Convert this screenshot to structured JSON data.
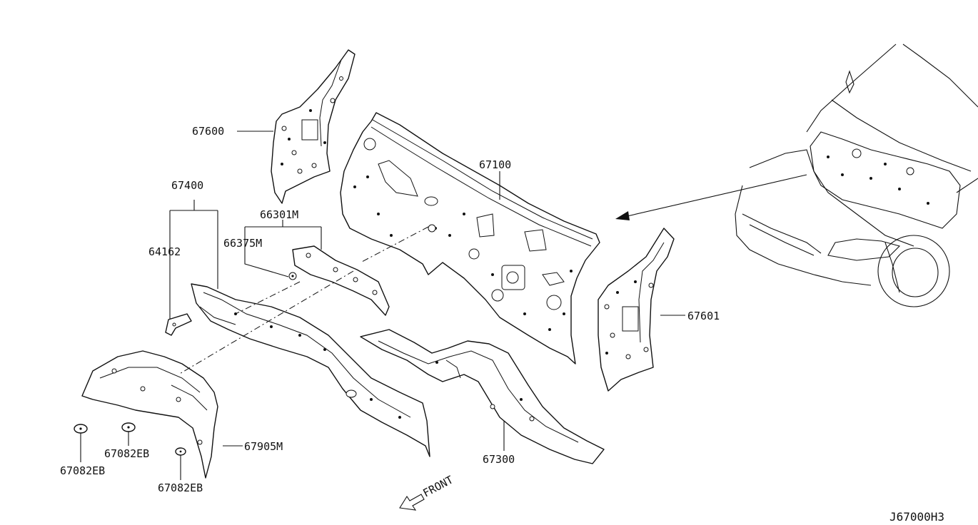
{
  "labels": {
    "p67600": "67600",
    "p67400": "67400",
    "p64162": "64162",
    "p66301m": "66301M",
    "p66375m": "66375M",
    "p67100": "67100",
    "p67601": "67601",
    "p67905m": "67905M",
    "p67300": "67300",
    "p67082eb_a": "67082EB",
    "p67082eb_b": "67082EB",
    "p67082eb_c": "67082EB",
    "front": "FRONT",
    "diagram_code": "J67000H3"
  }
}
